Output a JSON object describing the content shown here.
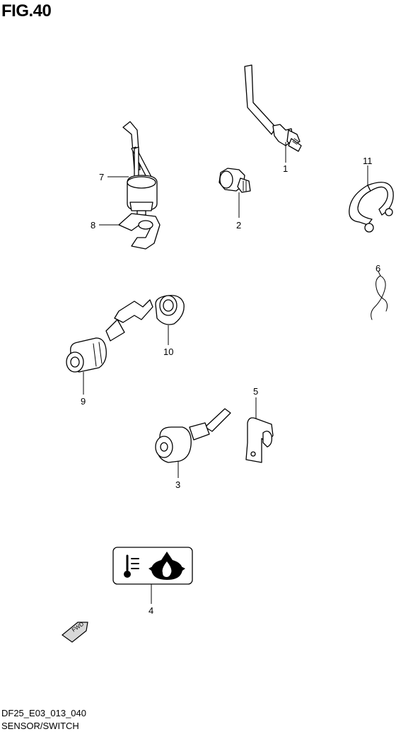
{
  "figure": {
    "title": "FIG.40"
  },
  "footer": {
    "code": "DF25_E03_013_040",
    "name": "SENSOR/SWITCH"
  },
  "callouts": [
    {
      "id": "1",
      "label": "1"
    },
    {
      "id": "2",
      "label": "2"
    },
    {
      "id": "3",
      "label": "3"
    },
    {
      "id": "4",
      "label": "4"
    },
    {
      "id": "5",
      "label": "5"
    },
    {
      "id": "6",
      "label": "6"
    },
    {
      "id": "7",
      "label": "7"
    },
    {
      "id": "8",
      "label": "8"
    },
    {
      "id": "9",
      "label": "9"
    },
    {
      "id": "10",
      "label": "10"
    },
    {
      "id": "11",
      "label": "11"
    }
  ],
  "fwd_arrow": {
    "label": "FWD"
  }
}
